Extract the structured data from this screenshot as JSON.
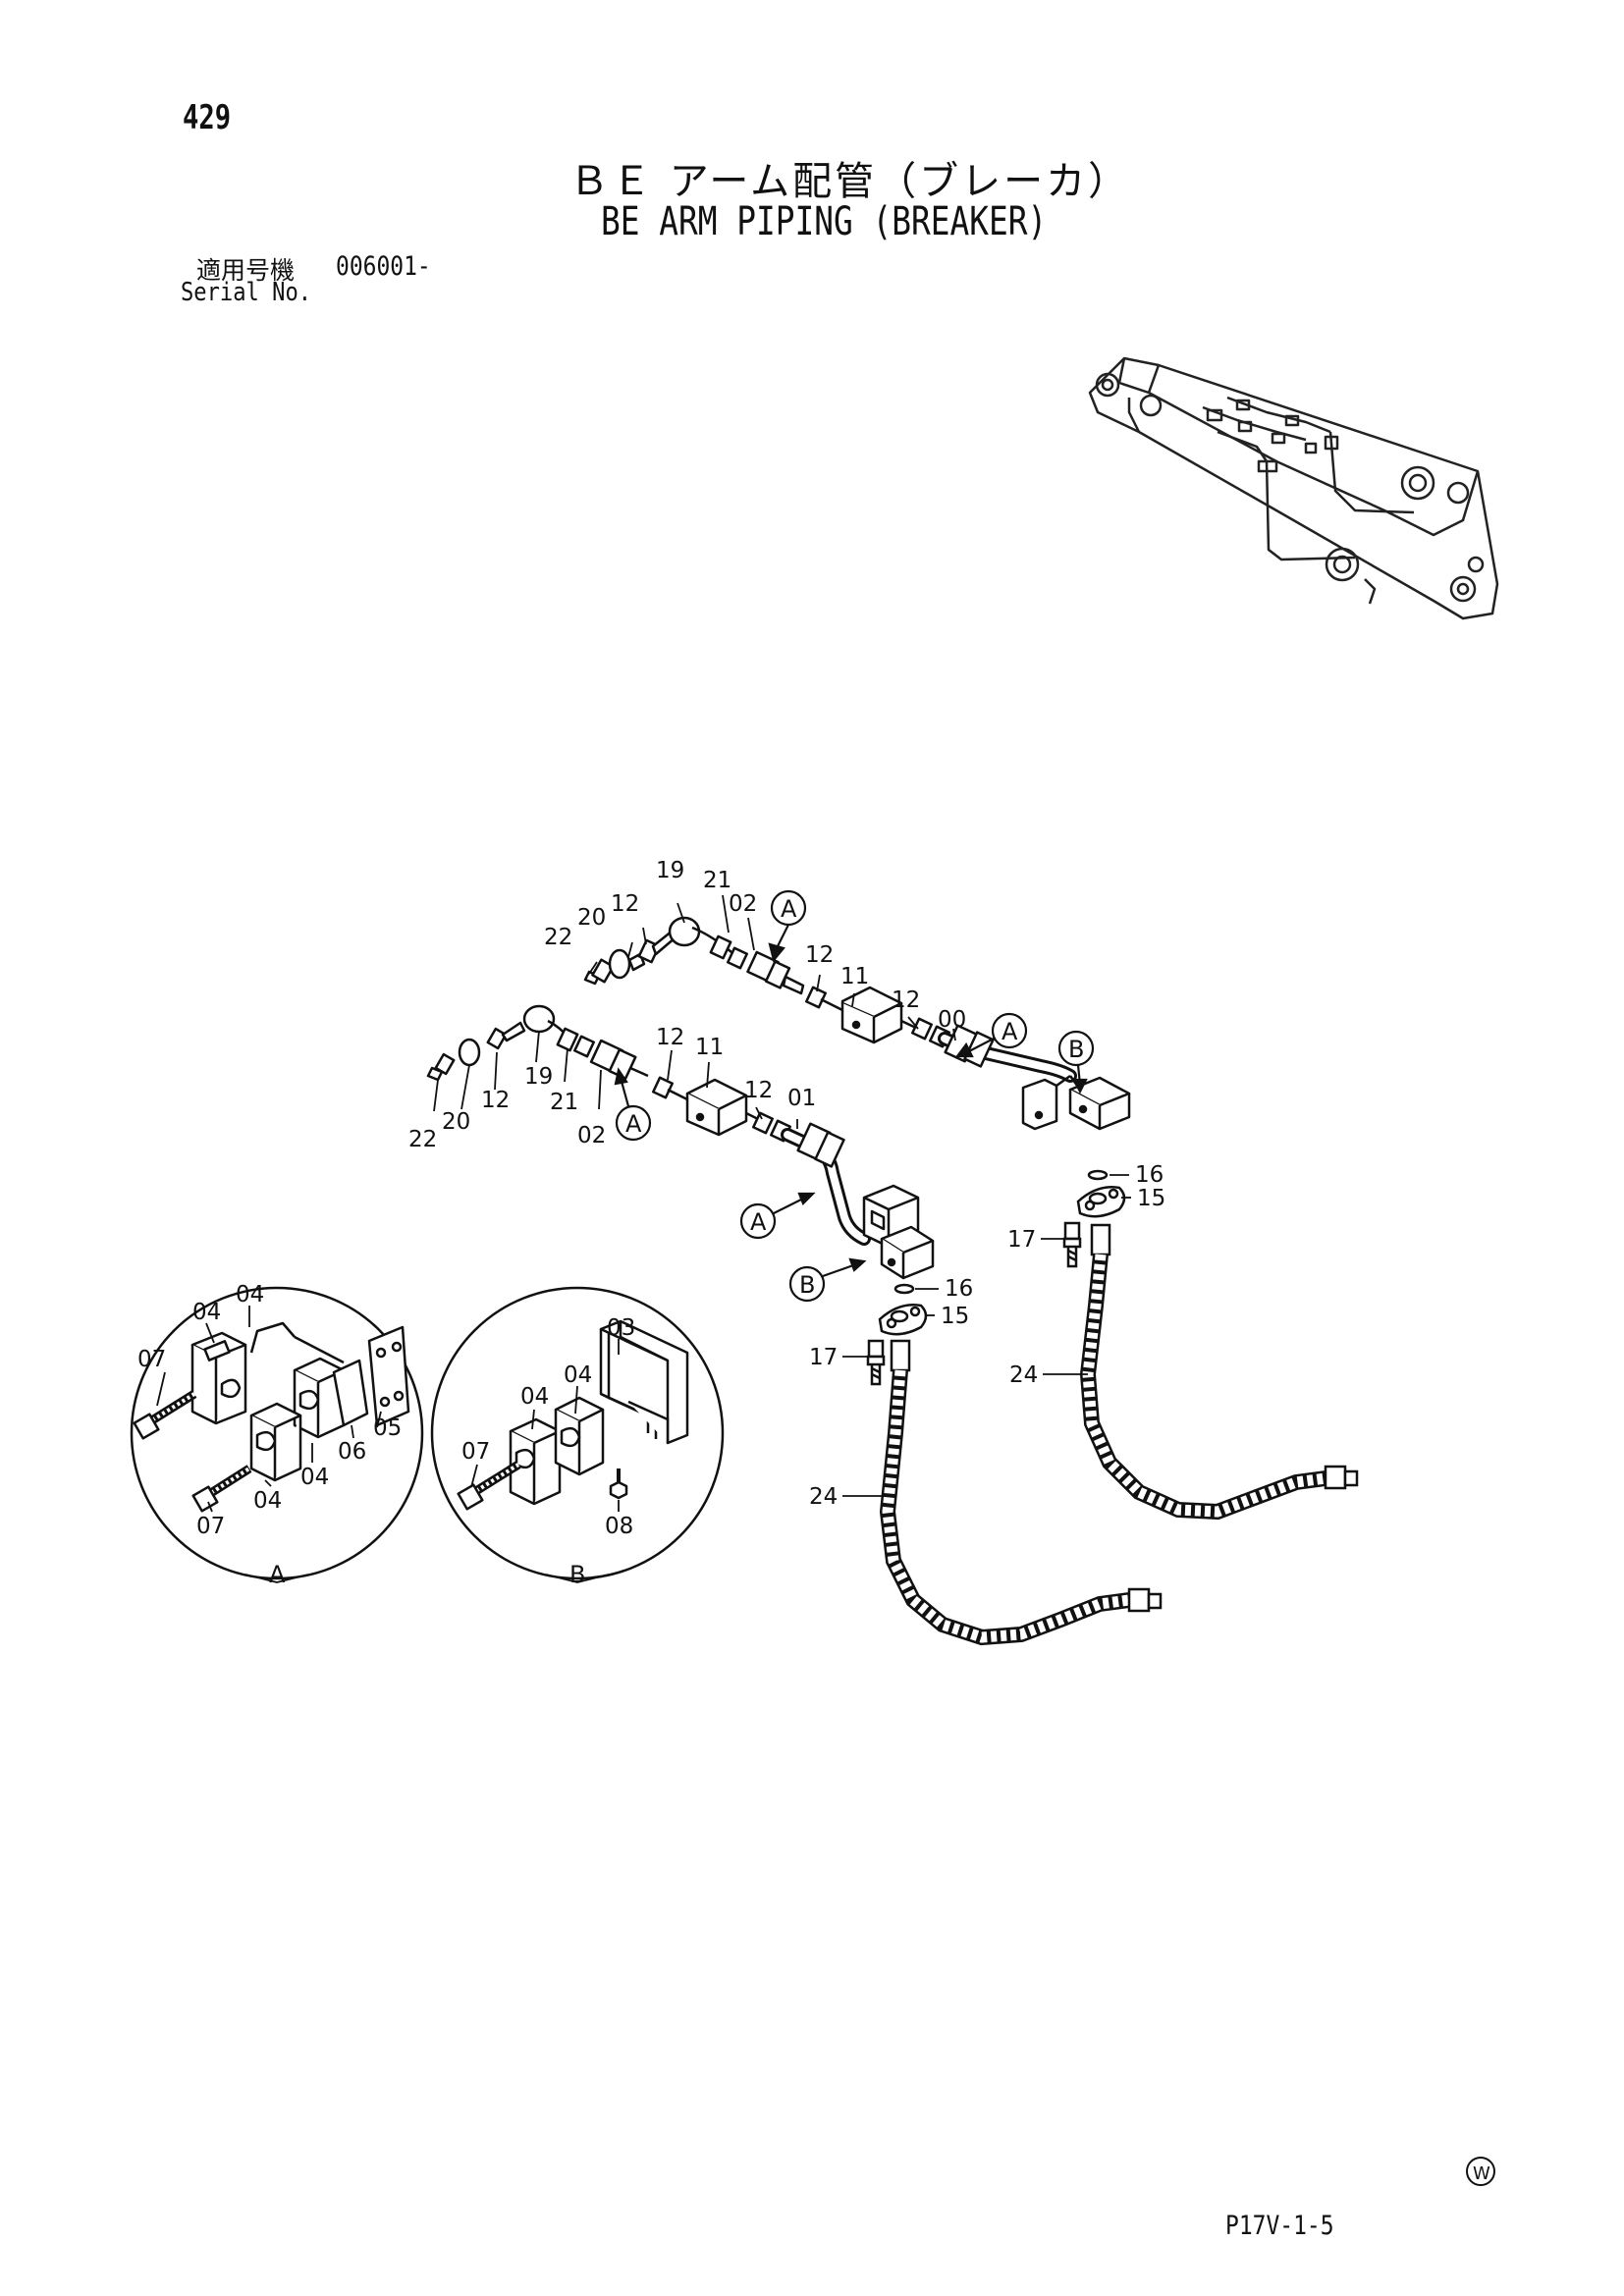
{
  "header": {
    "page_number": "429",
    "title_jp": "ＢＥ アーム配管（ブレーカ）",
    "title_en": "BE ARM PIPING (BREAKER)",
    "serial_label_jp": "適用号機",
    "serial_value": "006001-",
    "serial_label_en": "Serial No."
  },
  "footer": {
    "page_code": "P17V-1-5",
    "mark": "W"
  },
  "diagram": {
    "part_labels": {
      "p00": "00",
      "p01": "01",
      "p02a": "02",
      "p02b": "02",
      "p11a": "11",
      "p11b": "11",
      "p12a": "12",
      "p12b": "12",
      "p12c": "12",
      "p12d": "12",
      "p12e": "12",
      "p15a": "15",
      "p15b": "15",
      "p16a": "16",
      "p16b": "16",
      "p17a": "17",
      "p17b": "17",
      "p19a": "19",
      "p19b": "19",
      "p20a": "20",
      "p20b": "20",
      "p21a": "21",
      "p21b": "21",
      "p22a": "22",
      "p22b": "22",
      "p24a": "24",
      "p24b": "24"
    },
    "callouts": {
      "a1": "A",
      "a2": "A",
      "a3": "A",
      "a4": "A",
      "b1": "B",
      "b2": "B"
    },
    "detail_a": {
      "caption": "A",
      "labels": {
        "l04a": "04",
        "l04b": "04",
        "l04c": "04",
        "l04d": "04",
        "l05": "05",
        "l06": "06",
        "l07a": "07",
        "l07b": "07"
      }
    },
    "detail_b": {
      "caption": "B",
      "labels": {
        "l03": "03",
        "l04a": "04",
        "l04b": "04",
        "l07": "07",
        "l08": "08"
      }
    }
  }
}
